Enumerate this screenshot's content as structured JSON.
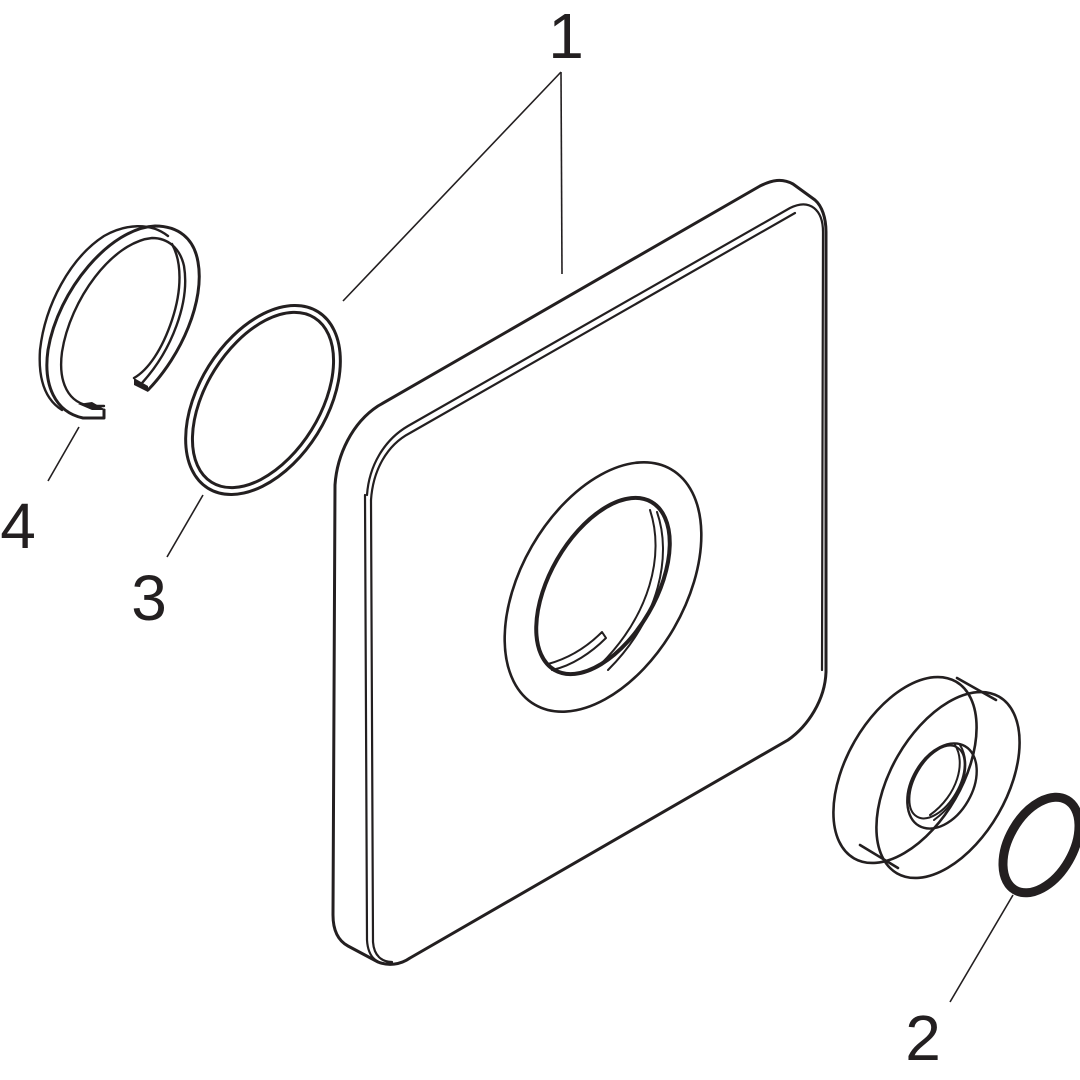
{
  "callouts": {
    "part_1": "1",
    "part_2": "2",
    "part_3": "3",
    "part_4": "4"
  },
  "colors": {
    "line": "#231f20",
    "background": "#ffffff"
  }
}
